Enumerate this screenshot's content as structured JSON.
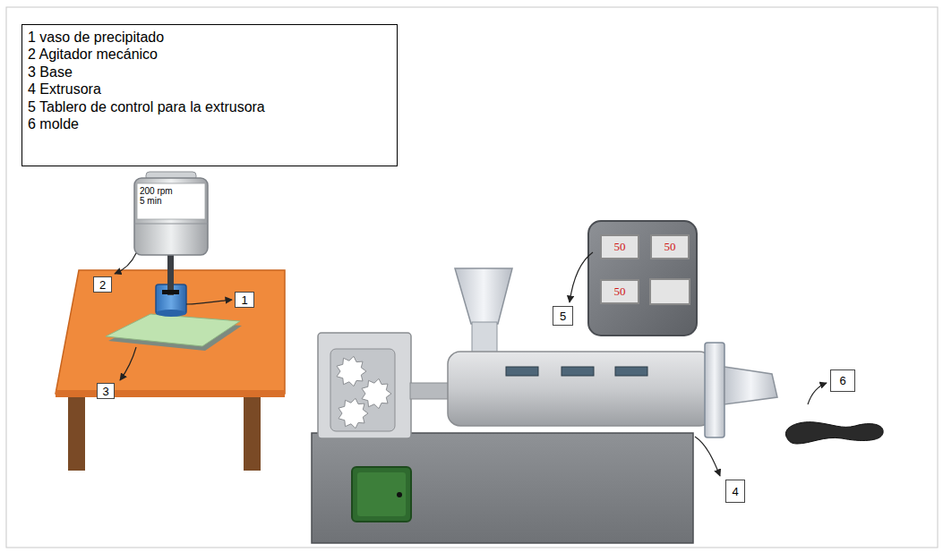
{
  "diagram": {
    "nodes": [
      {
        "text": [
          "1 vaso de precipitado",
          "2 Agitador mecánico",
          "3 Base",
          "4 Extrusora",
          "5 Tablero de control para la extrusora",
          "6 molde"
        ]
      },
      {
        "text": [
          "200 rpm",
          "5 min"
        ]
      },
      {
        "text": [
          "2"
        ]
      },
      {
        "text": [
          "1"
        ]
      },
      {
        "text": [
          "3"
        ]
      },
      {
        "text": [
          "5"
        ]
      },
      {
        "text": [
          "50"
        ]
      },
      {
        "text": [
          "50"
        ]
      },
      {
        "text": [
          "50"
        ]
      },
      {
        "text": [
          "6"
        ]
      },
      {
        "text": [
          "4"
        ]
      }
    ]
  }
}
